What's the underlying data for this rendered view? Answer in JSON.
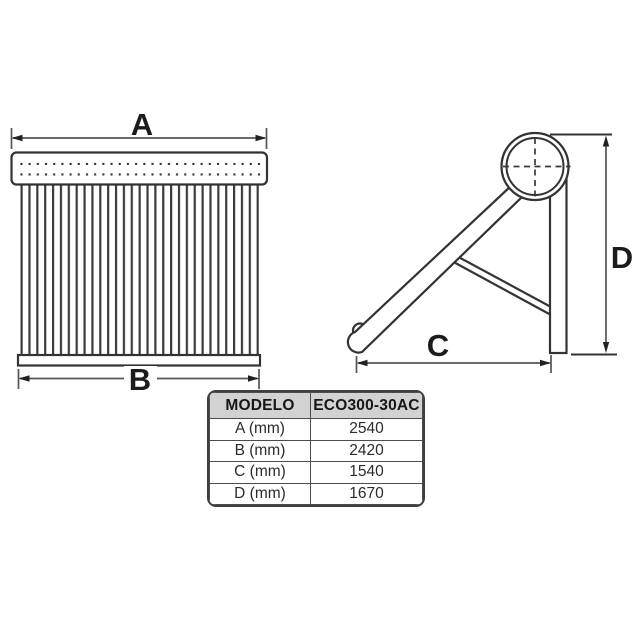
{
  "drawing": {
    "stroke_color": "#333333",
    "dimension_line_color": "#555555",
    "labels": {
      "a": "A",
      "b": "B",
      "c": "C",
      "d": "D"
    }
  },
  "table": {
    "header": {
      "model_label": "MODELO",
      "model_value": "ECO300-30AC"
    },
    "rows": [
      {
        "label": "A (mm)",
        "value": "2540"
      },
      {
        "label": "B (mm)",
        "value": "2420"
      },
      {
        "label": "C (mm)",
        "value": "1540"
      },
      {
        "label": "D (mm)",
        "value": "1670"
      }
    ],
    "header_bg": "#d2d2d2",
    "border_color": "#3f3f3f"
  }
}
